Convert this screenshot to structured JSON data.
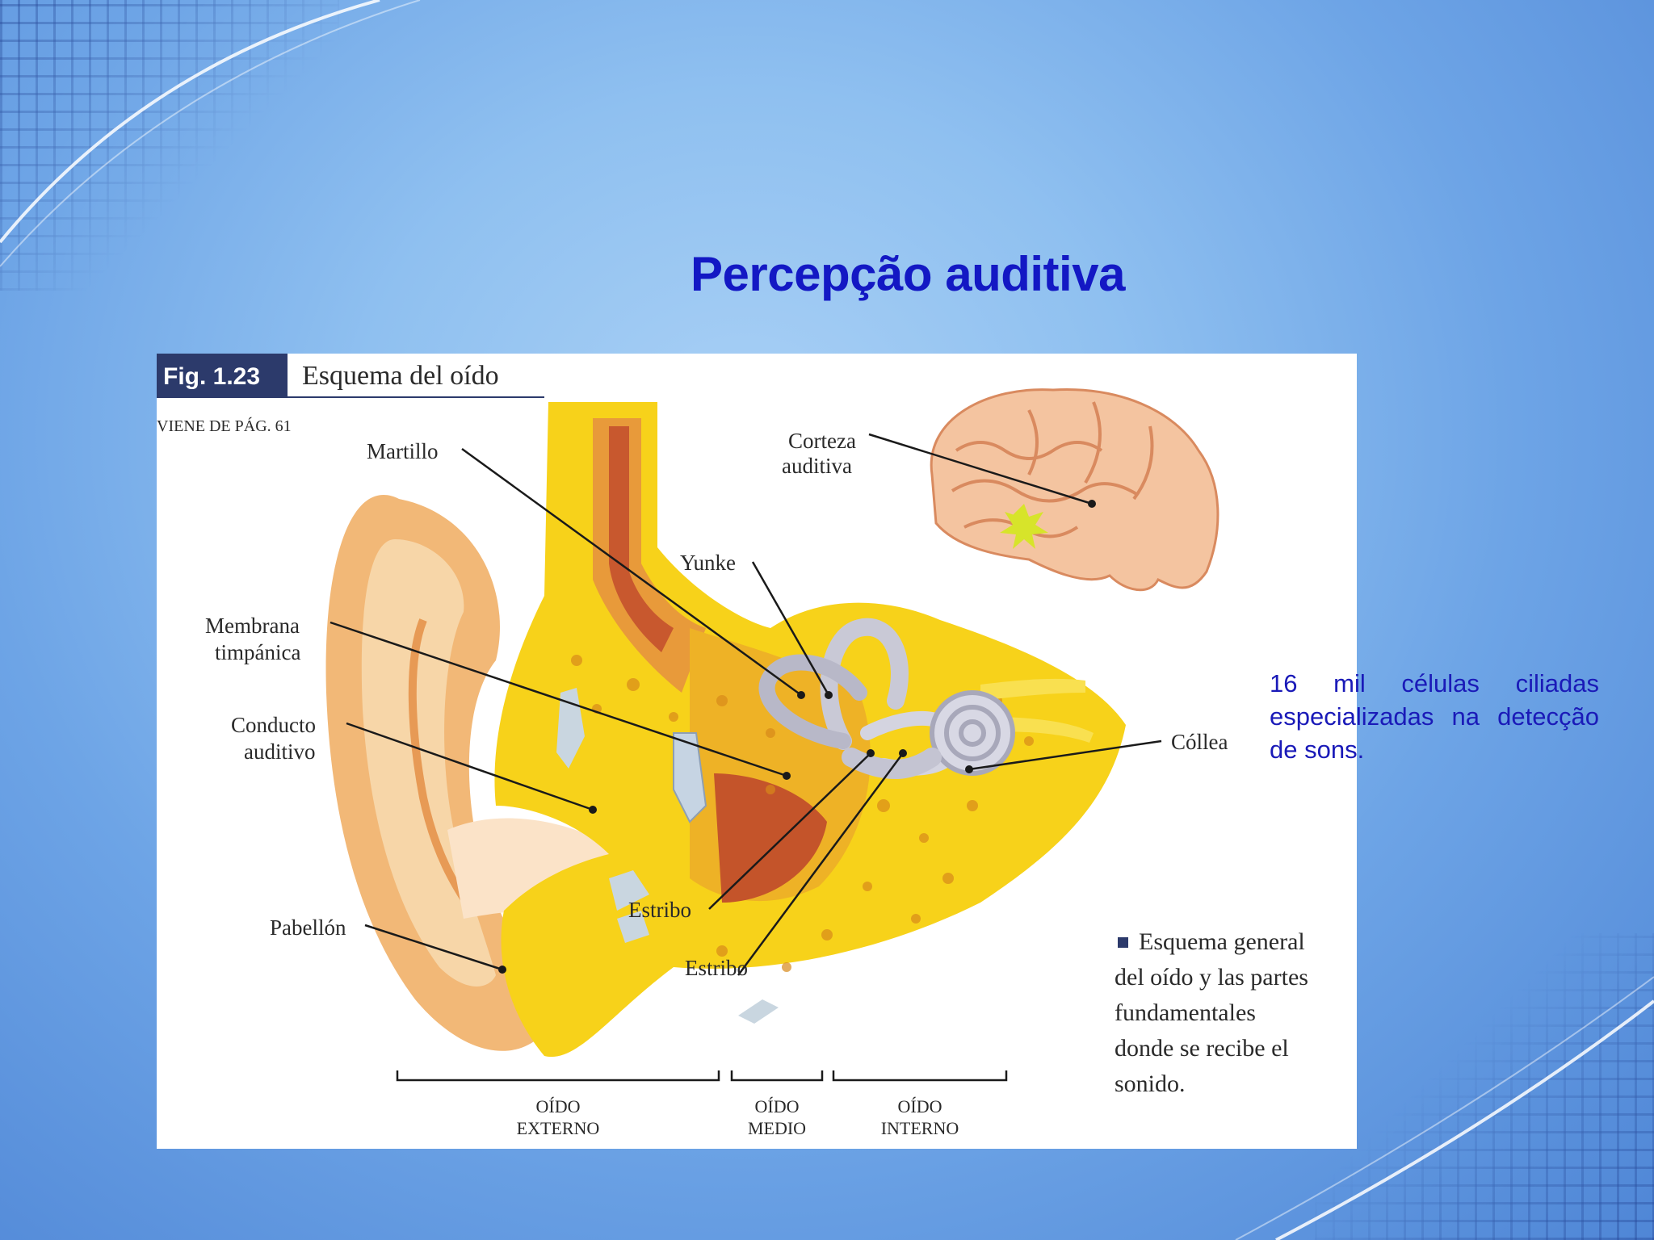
{
  "slide": {
    "title": "Percepção auditiva",
    "side_text": "16 mil células ciliadas especializadas na detecção de sons."
  },
  "figure": {
    "tag": "Fig. 1.23",
    "heading": "Esquema del oído",
    "note": "VIENE DE PÁG. 61",
    "labels": {
      "martillo": "Martillo",
      "corteza_1": "Corteza",
      "corteza_2": "auditiva",
      "yunke": "Yunke",
      "membrana_1": "Membrana",
      "membrana_2": "timpánica",
      "conducto_1": "Conducto",
      "conducto_2": "auditivo",
      "collea": "Cóllea",
      "estribo_1": "Estribo",
      "estribo_2": "Estribo",
      "pabellon": "Pabellón"
    },
    "sections": {
      "externo_1": "OÍDO",
      "externo_2": "EXTERNO",
      "medio_1": "OÍDO",
      "medio_2": "MEDIO",
      "interno_1": "OÍDO",
      "interno_2": "INTERNO"
    },
    "caption": [
      "Esquema general",
      "del oído y las partes",
      "fundamentales",
      "donde se recibe el",
      "sonido."
    ]
  },
  "colors": {
    "title": "#1318c4",
    "side_text": "#1a1ab8",
    "skin": "#f2b877",
    "bone": "#f7d21a",
    "brain": "#f4c4a0"
  }
}
